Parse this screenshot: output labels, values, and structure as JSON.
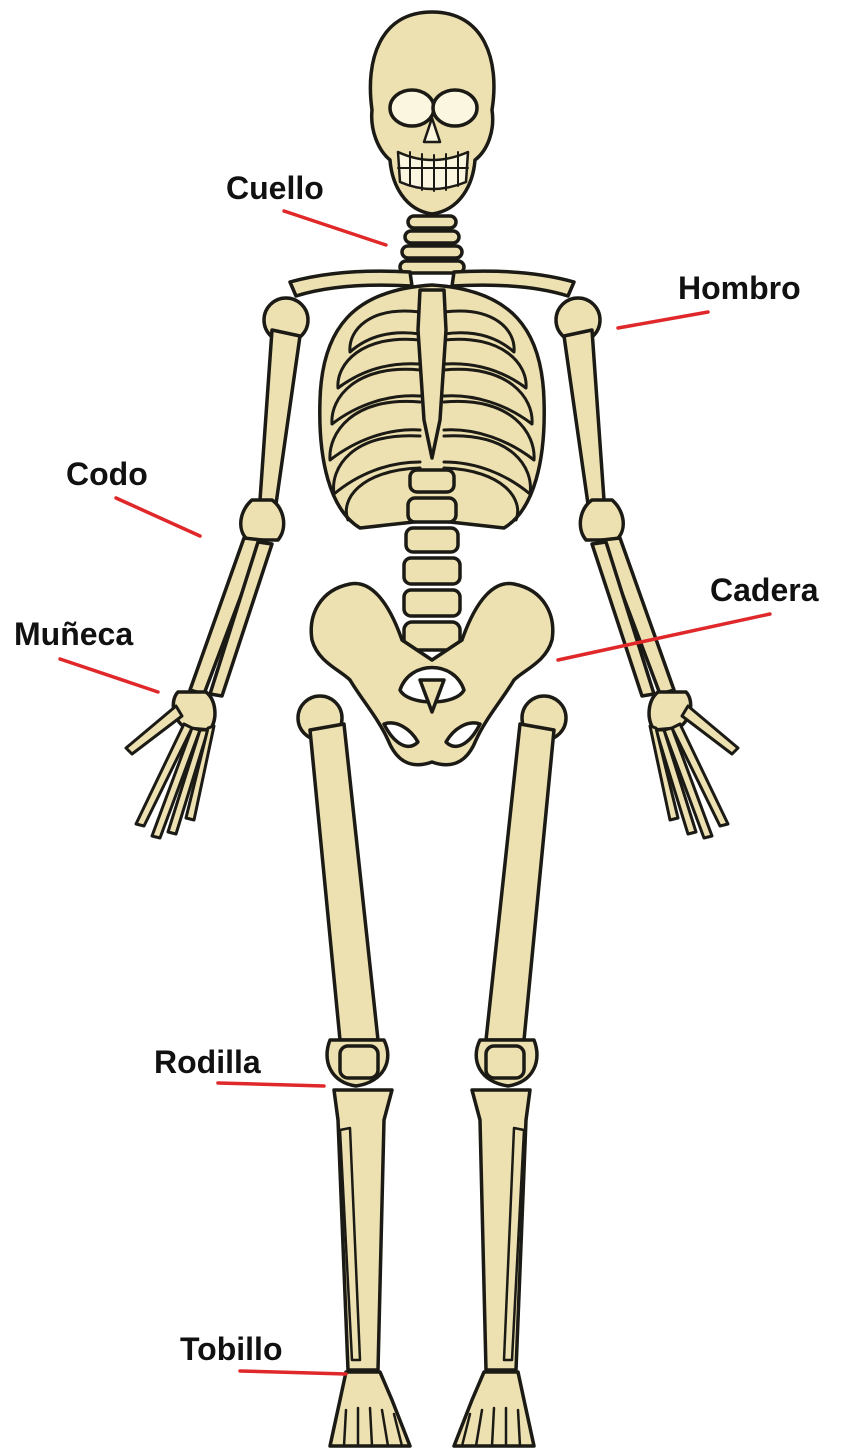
{
  "colors": {
    "bone_fill": "#ede1b2",
    "bone_shade": "#d9c88e",
    "outline": "#1b1a14",
    "leader_line": "#e0282a",
    "background": "#ffffff"
  },
  "labels": {
    "neck": "Cuello",
    "shoulder": "Hombro",
    "elbow": "Codo",
    "hip": "Cadera",
    "wrist": "Muñeca",
    "knee": "Rodilla",
    "ankle": "Tobillo"
  }
}
